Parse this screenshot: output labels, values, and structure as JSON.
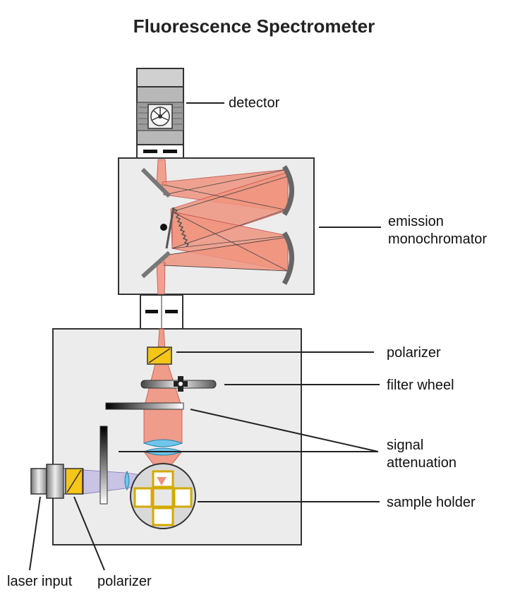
{
  "title": "Fluorescence Spectrometer",
  "labels": {
    "detector": "detector",
    "emission_line1": "emission",
    "emission_line2": "monochromator",
    "polarizer_top": "polarizer",
    "filter_wheel": "filter wheel",
    "signal_line1": "signal",
    "signal_line2": "attenuation",
    "sample_holder": "sample holder",
    "laser_input": "laser input",
    "polarizer_bottom": "polarizer"
  },
  "colors": {
    "beam": "#f0947f",
    "beam_edge": "#c0504d",
    "laser_beam": "#c9c3e6",
    "polarizer": "#f5c518",
    "lens": "#6fc6ea",
    "box_fill": "#ececec",
    "mirror": "#888888"
  }
}
